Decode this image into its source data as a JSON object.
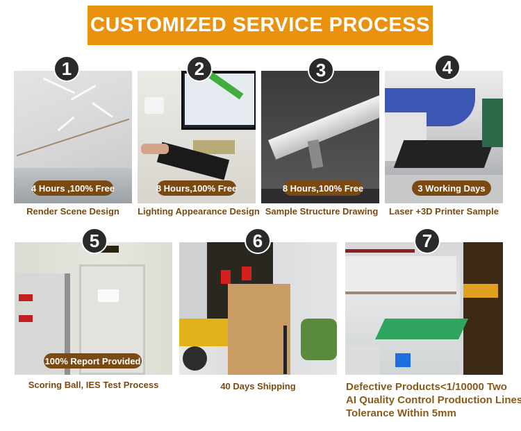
{
  "header": {
    "title": "CUSTOMIZED SERVICE PROCESS"
  },
  "colors": {
    "banner": "#e8920f",
    "pill": "#7b4a12",
    "caption": "#7a4a14",
    "number_badge": "#2a2a2a"
  },
  "steps": [
    {
      "number": "1",
      "badge": "4 Hours ,100% Free",
      "caption": "Render Scene Design",
      "image": "pendant-lights-ceiling-photo"
    },
    {
      "number": "2",
      "badge": "8 Hours,100% Free",
      "caption": "Lighting Appearance Design",
      "image": "computer-design-desk-photo"
    },
    {
      "number": "3",
      "badge": "8 Hours,100% Free",
      "caption": "Sample Structure Drawing",
      "image": "linear-light-render-photo"
    },
    {
      "number": "4",
      "badge": "3 Working Days",
      "caption": "Laser +3D Printer Sample",
      "image": "punch-press-machine-photo"
    },
    {
      "number": "5",
      "badge": "100% Report Provided",
      "caption": "Scoring Ball, IES Test Process",
      "image": "test-room-door-photo"
    },
    {
      "number": "6",
      "badge": "",
      "caption": "40 Days Shipping",
      "image": "truck-loading-boxes-photo"
    },
    {
      "number": "7",
      "badge": "",
      "caption_lines": [
        "Defective Products<1/10000 Two",
        "AI Quality Control Production Lines",
        "Tolerance Within 5mm"
      ],
      "image": "production-line-factory-photo"
    }
  ]
}
